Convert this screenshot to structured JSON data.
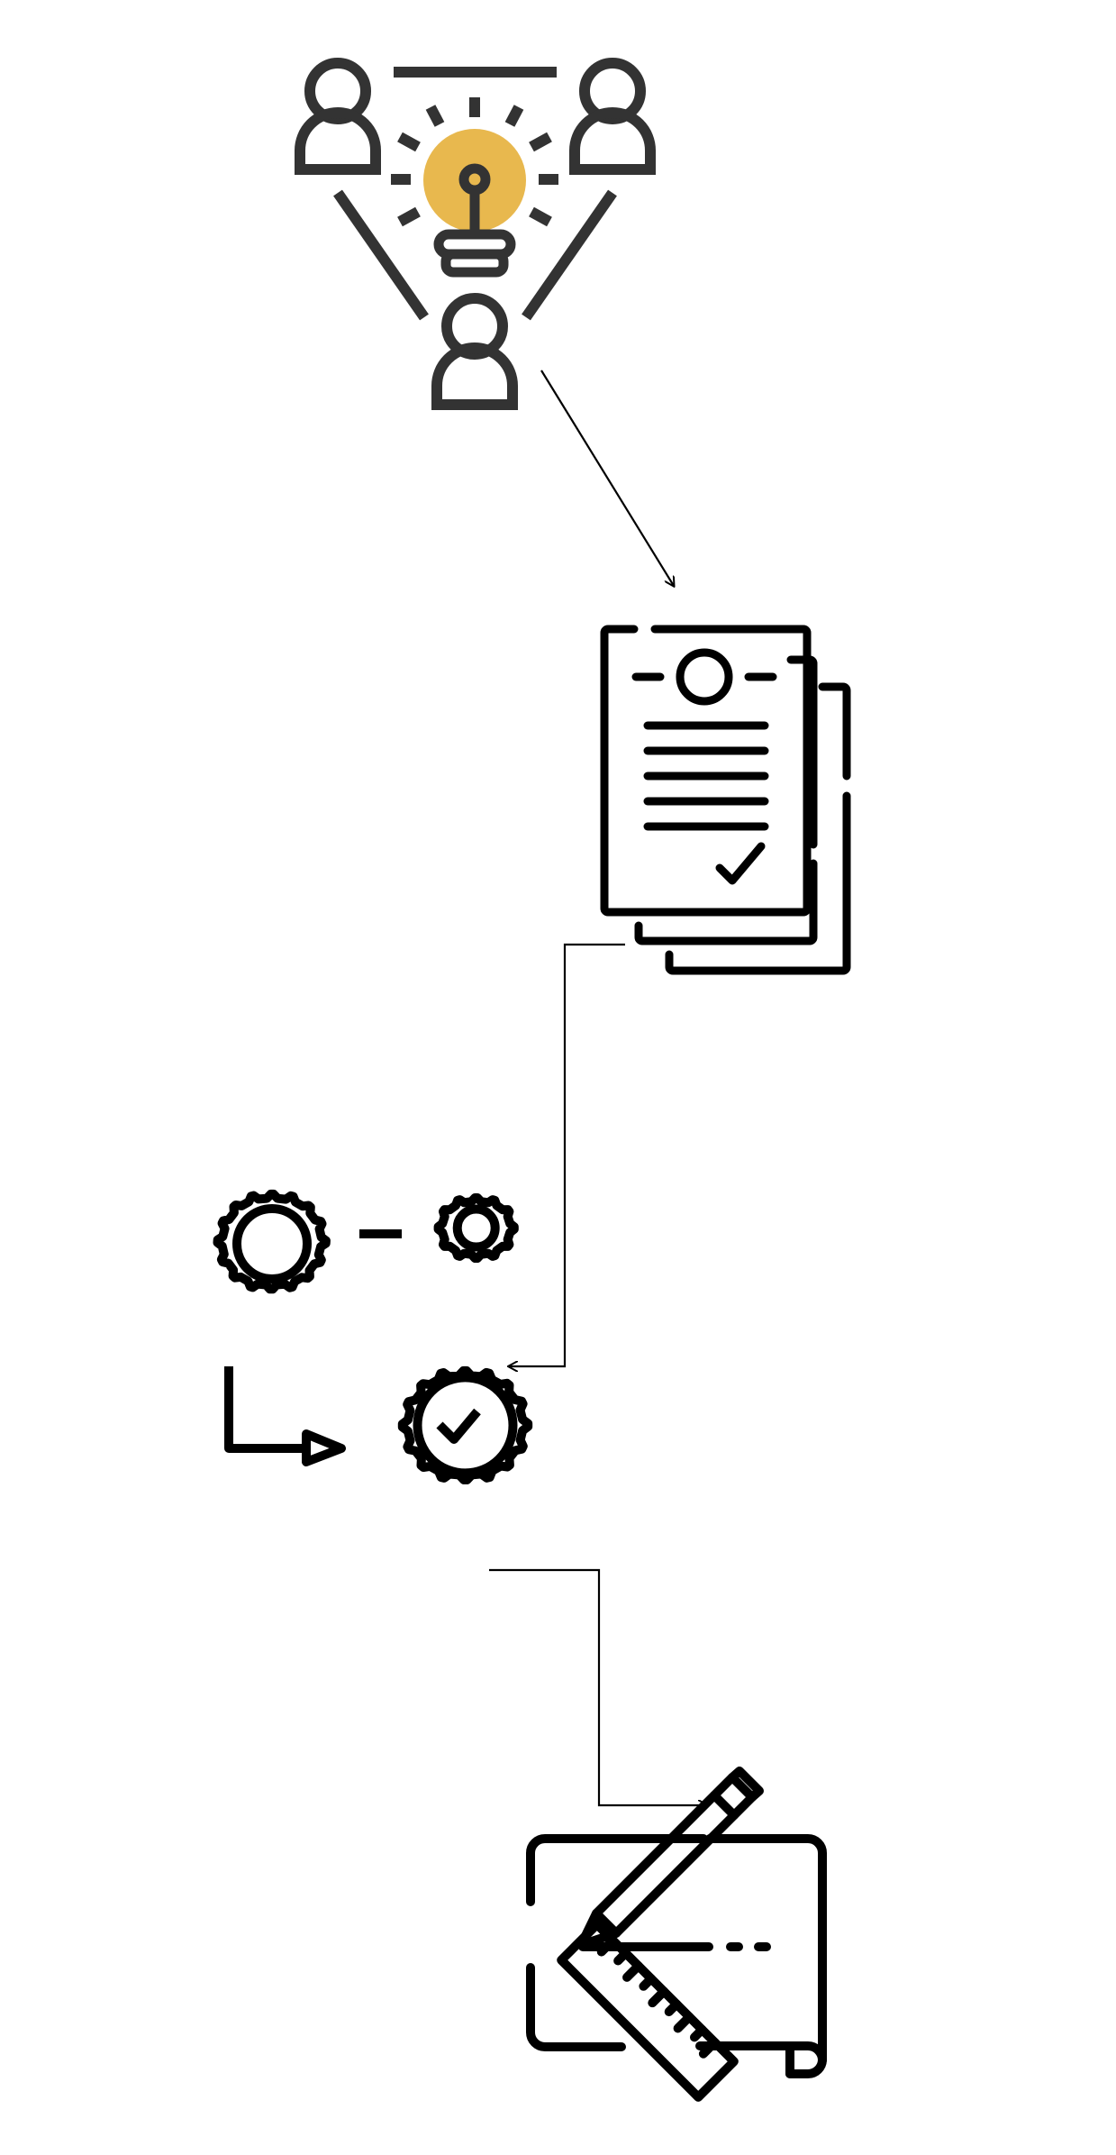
{
  "diagram": {
    "nodes": [
      {
        "id": "ideation",
        "icon": "team-idea-lightbulb-icon"
      },
      {
        "id": "documents",
        "icon": "approved-documents-icon"
      },
      {
        "id": "process",
        "icon": "gears-process-icon"
      },
      {
        "id": "design",
        "icon": "design-tools-icon"
      }
    ],
    "edges": [
      {
        "from": "ideation",
        "to": "documents"
      },
      {
        "from": "documents",
        "to": "process"
      },
      {
        "from": "process",
        "to": "design"
      }
    ]
  },
  "colors": {
    "line": "#000000",
    "icon_dark": "#333333",
    "bulb": "#E8B84E",
    "background": "#FFFFFF"
  }
}
